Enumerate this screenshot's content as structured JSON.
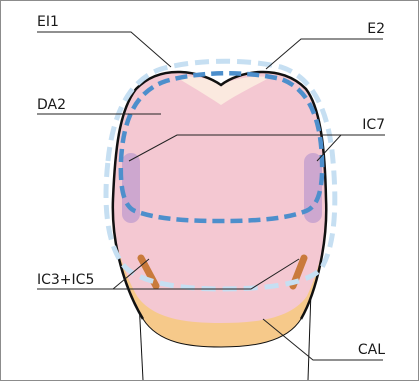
{
  "labels": {
    "ei1": "EI1",
    "e2": "E2",
    "da2": "DA2",
    "ic7": "IC7",
    "ic3_ic5": "IC3+IC5",
    "cal": "CAL"
  },
  "colors": {
    "tooth_fill": "#f4c8d2",
    "incisal_highlight": "#fbe9df",
    "cervical_band": "#f6c98a",
    "outline": "#111111",
    "dashed_outer": "#c6dff2",
    "dashed_inner": "#4d8fcc",
    "lateral_lobe": "#c6a1cf",
    "cervical_marker": "#c97a3c",
    "leader_line": "#222222",
    "frame_border": "#8c8c8c"
  }
}
